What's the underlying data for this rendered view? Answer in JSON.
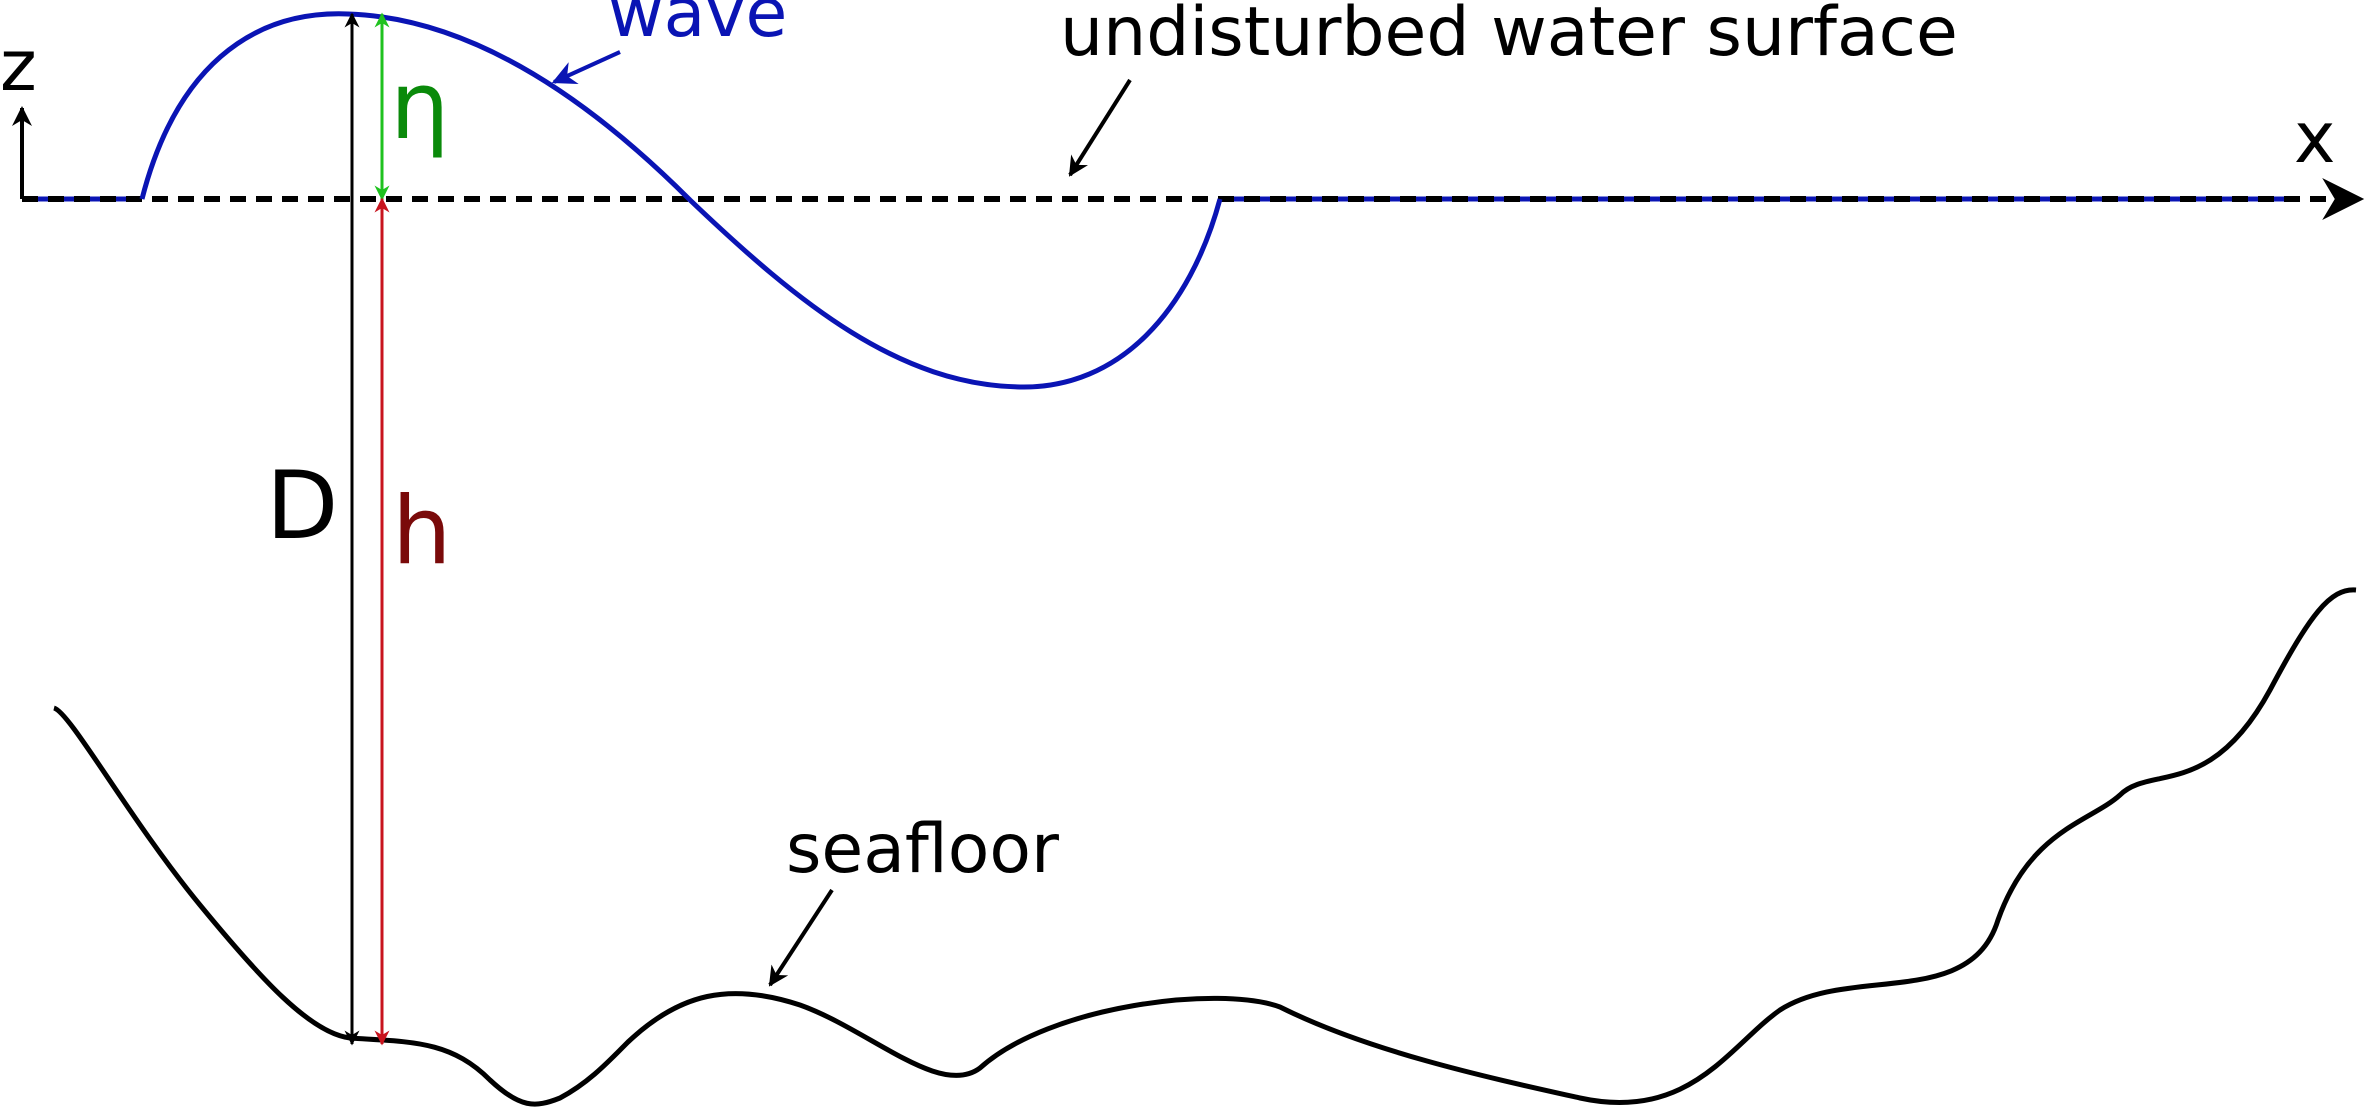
{
  "labels": {
    "wave": "wave",
    "undisturbed": "undisturbed water surface",
    "seafloor": "seafloor",
    "z_axis": "z",
    "x_axis": "x",
    "eta": "η",
    "h": "h",
    "D": "D"
  },
  "colors": {
    "wave": "#0a14b4",
    "eta": "#1fc21f",
    "eta_label": "#0a8a0a",
    "h": "#c8141e",
    "h_label": "#7a0a0a",
    "black": "#000000"
  }
}
